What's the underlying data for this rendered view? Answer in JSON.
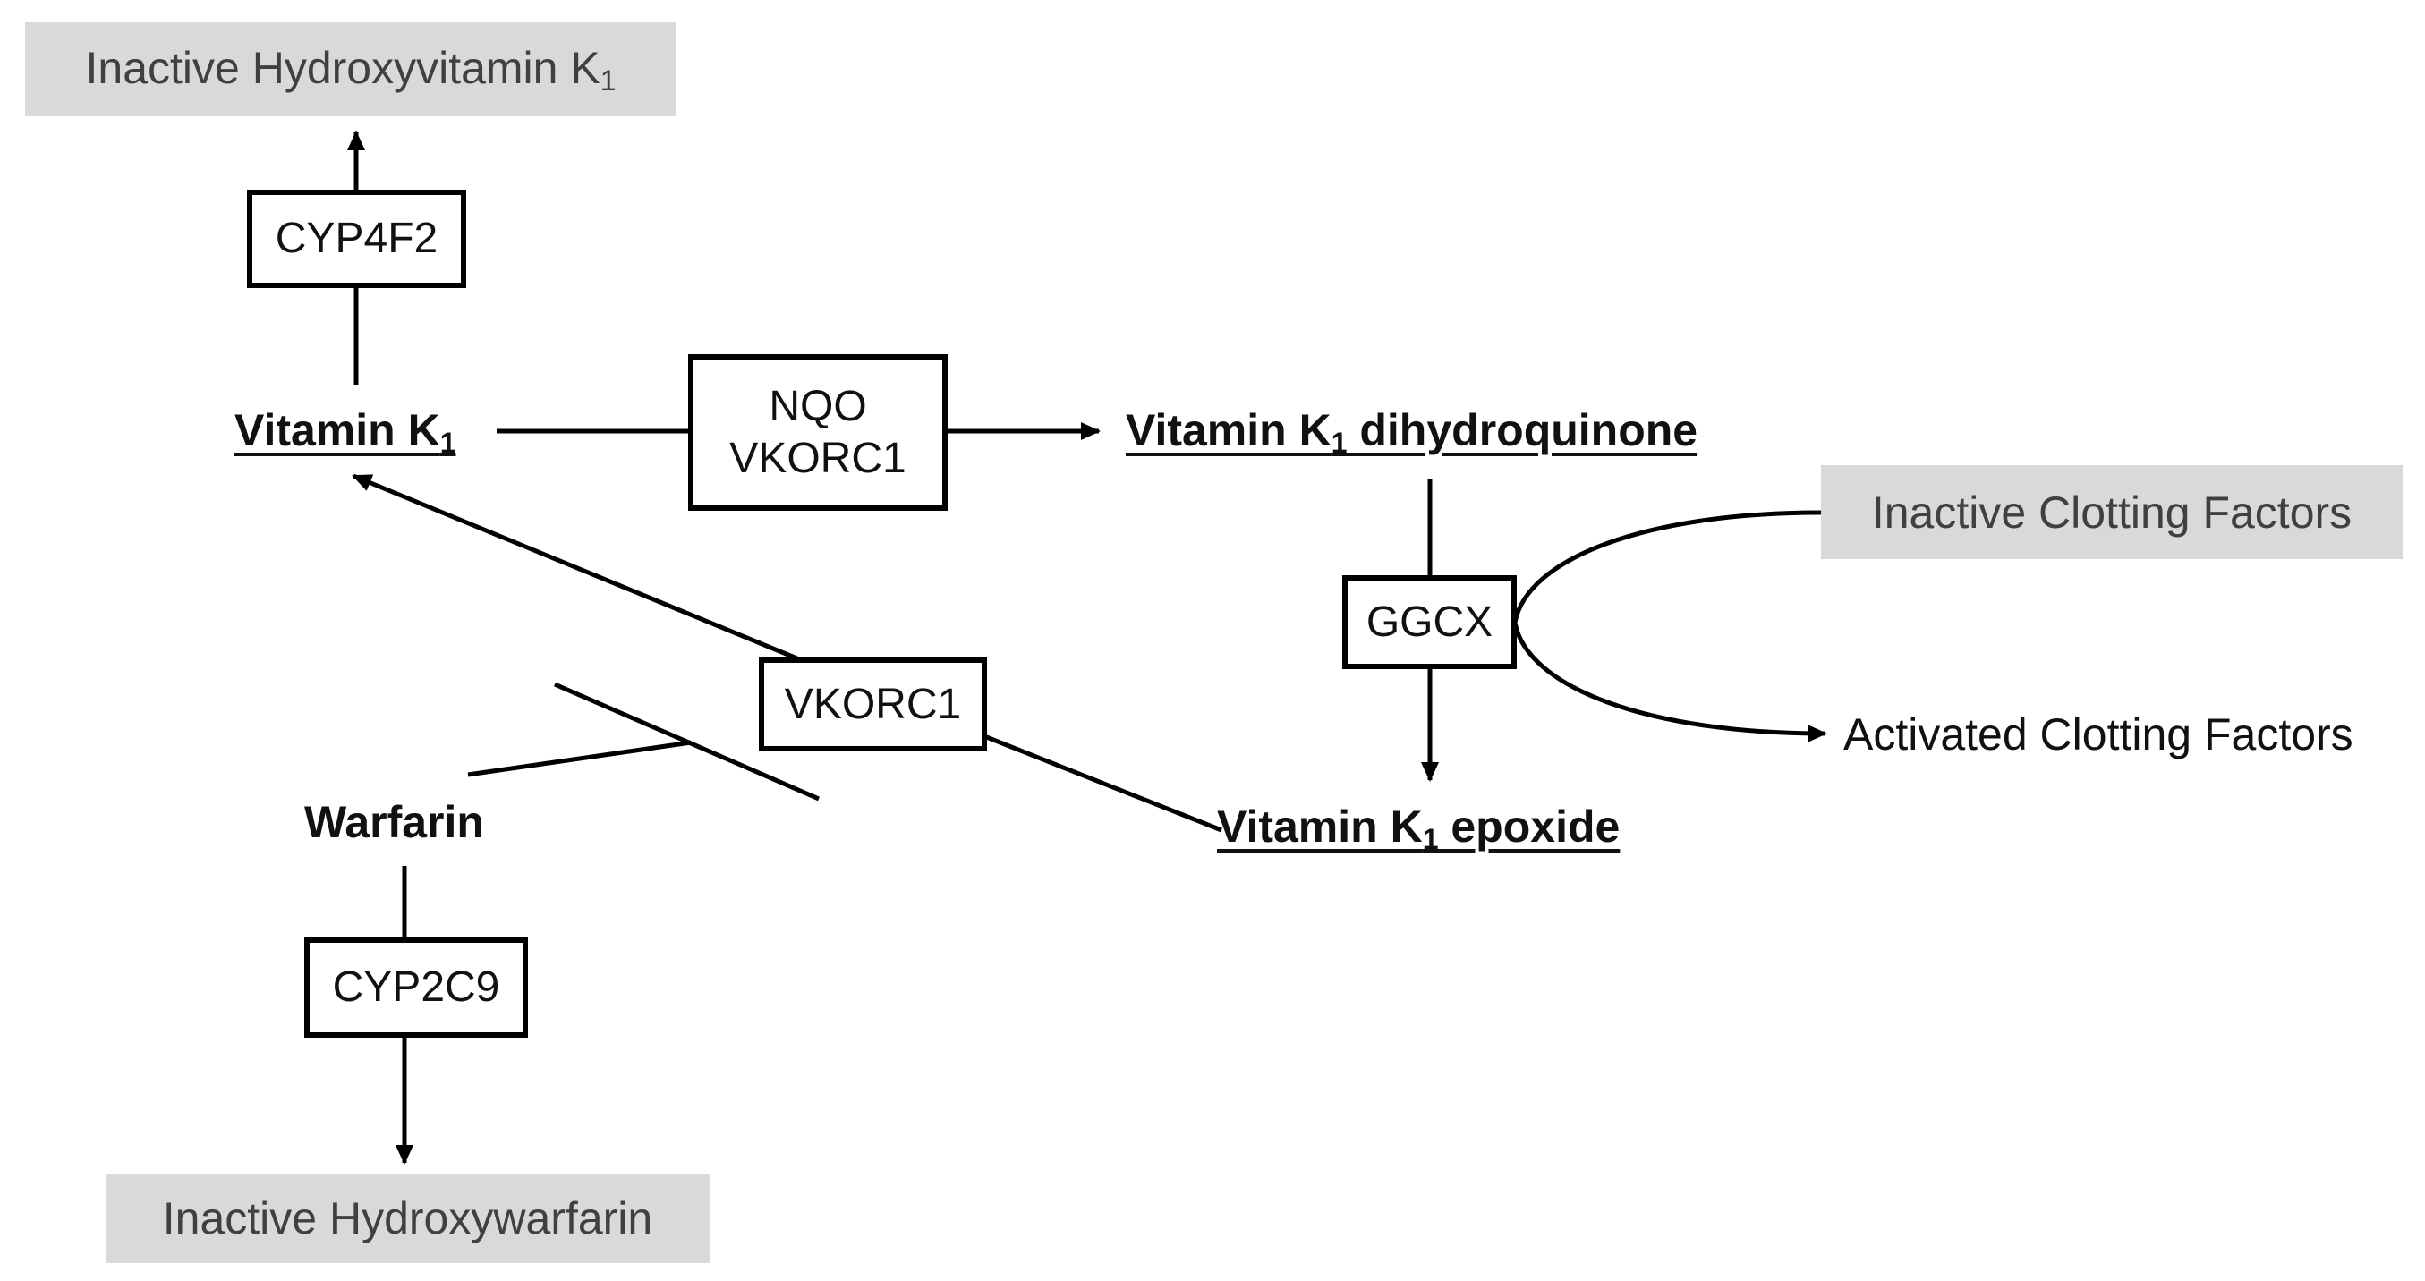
{
  "inactive_products": {
    "hydroxyvitamin": {
      "main": "Inactive Hydroxyvitamin K",
      "sub": "1"
    },
    "clotting_factors": "Inactive Clotting Factors",
    "hydroxywarfarin": "Inactive Hydroxywarfarin"
  },
  "enzymes": {
    "cyp4f2": "CYP4F2",
    "nqo": "NQO",
    "vkorc1_top": "VKORC1",
    "ggcx": "GGCX",
    "vkorc1_mid": "VKORC1",
    "cyp2c9": "CYP2C9"
  },
  "metabolites": {
    "vitamin_k1": {
      "main": "Vitamin K",
      "sub": "1"
    },
    "dihydroquinone": {
      "main": "Vitamin K",
      "sub": "1",
      "suffix": " dihydroquinone"
    },
    "epoxide": {
      "main": "Vitamin K",
      "sub": "1",
      "suffix": " epoxide"
    },
    "warfarin": "Warfarin"
  },
  "outputs": {
    "activated_clotting_factors": "Activated Clotting Factors"
  }
}
